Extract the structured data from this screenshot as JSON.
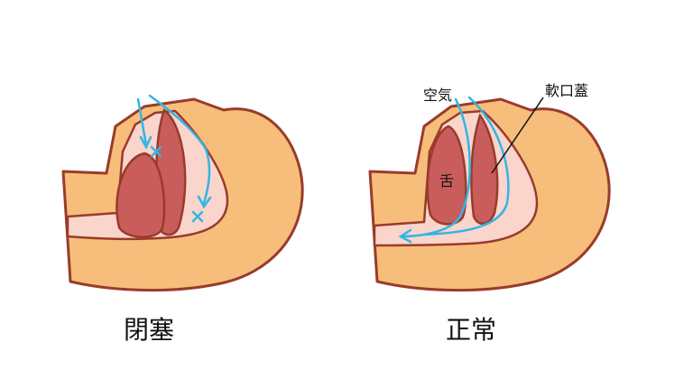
{
  "panels": [
    {
      "caption": "閉塞"
    },
    {
      "caption": "正常",
      "labels": {
        "air": "空気",
        "palate": "軟口蓋",
        "tongue": "舌"
      }
    }
  ],
  "colors": {
    "skin": "#F7BE7B",
    "outline": "#9A3B2A",
    "cavity": "#F9D5CC",
    "tissue": "#C95D5C",
    "airflow": "#33B5E5",
    "text": "#111111"
  }
}
